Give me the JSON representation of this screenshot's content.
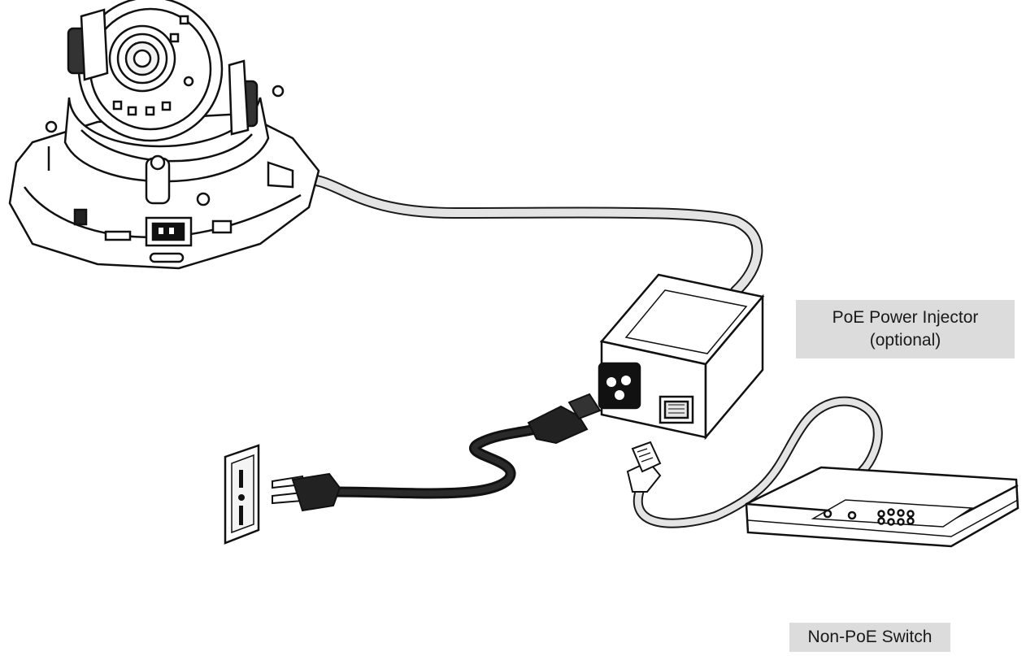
{
  "labels": {
    "poe_injector_line1": "PoE Power Injector",
    "poe_injector_line2": "(optional)",
    "non_poe_switch": "Non-PoE Switch"
  }
}
